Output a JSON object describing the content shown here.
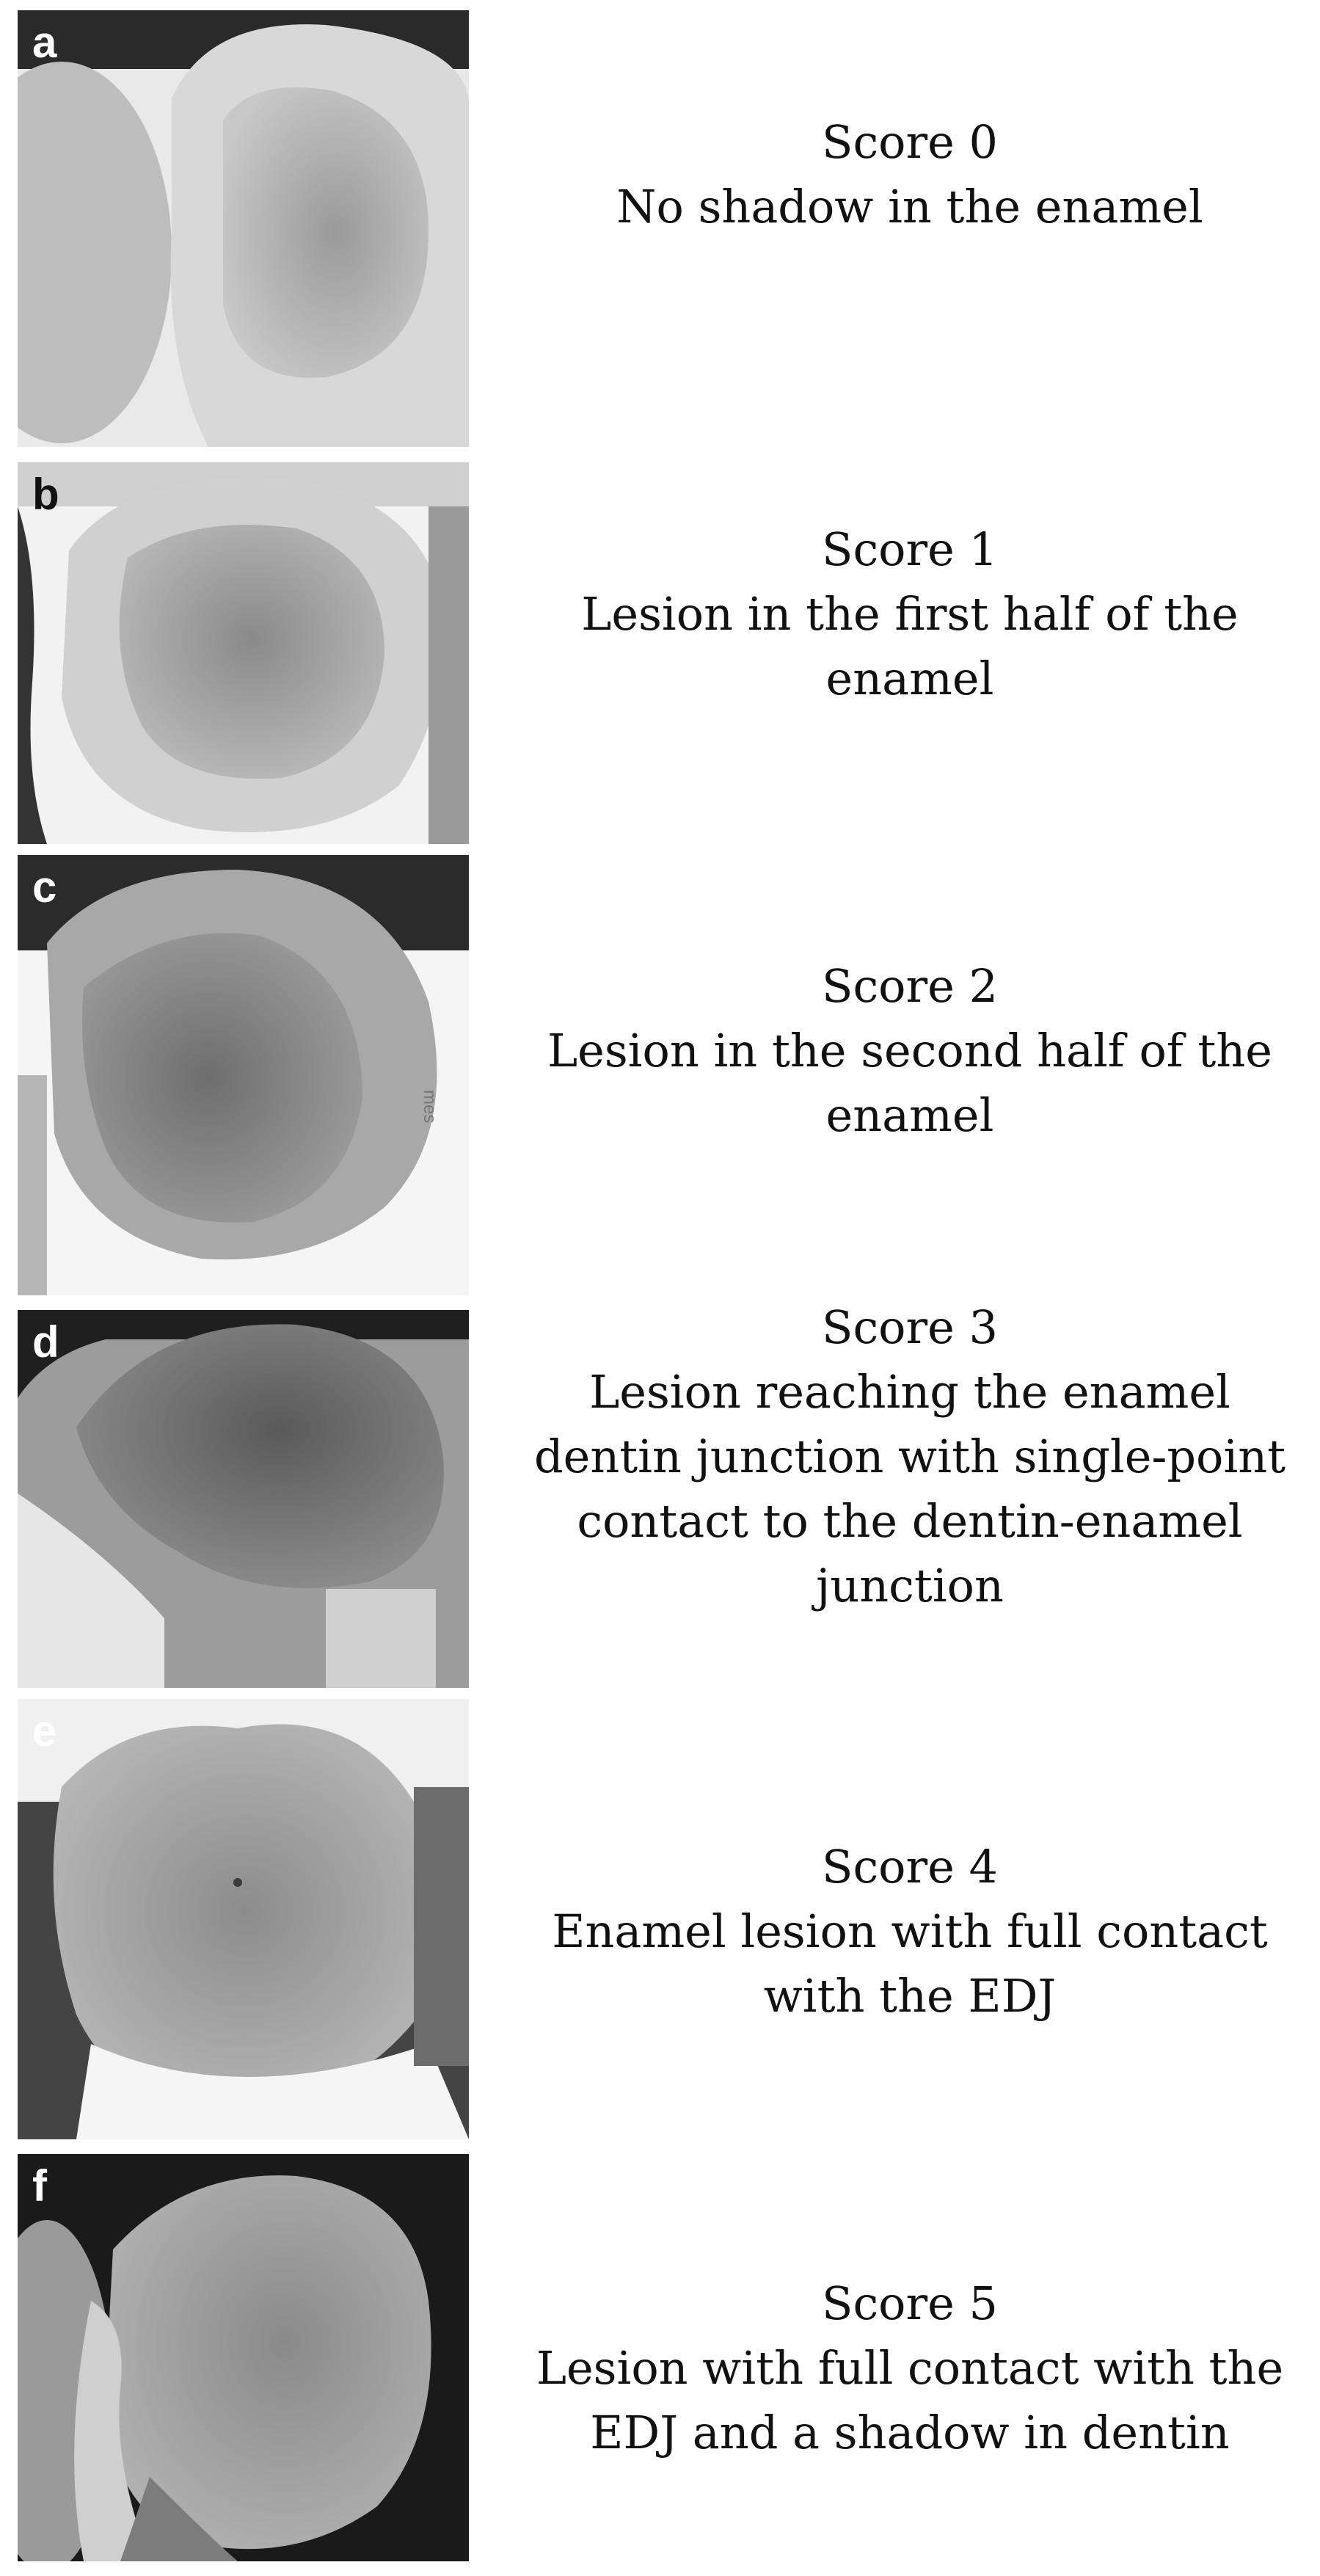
{
  "panels": [
    {
      "letter": "a",
      "score": "Score 0",
      "lines": [
        "No shadow in the enamel"
      ]
    },
    {
      "letter": "b",
      "score": "Score 1",
      "lines": [
        "Lesion in the first half of the",
        "enamel"
      ]
    },
    {
      "letter": "c",
      "score": "Score 2",
      "lines": [
        "Lesion in the second half of the",
        "enamel"
      ]
    },
    {
      "letter": "d",
      "score": "Score 3",
      "lines": [
        "Lesion reaching the enamel",
        "dentin junction with single-point",
        "contact to the dentin-enamel",
        "junction"
      ]
    },
    {
      "letter": "e",
      "score": "Score 4",
      "lines": [
        "Enamel lesion with full contact",
        "with the EDJ"
      ]
    },
    {
      "letter": "f",
      "score": "Score 5",
      "lines": [
        "Lesion with full contact with the",
        "EDJ and a shadow in dentin"
      ]
    }
  ],
  "watermark": "mes"
}
